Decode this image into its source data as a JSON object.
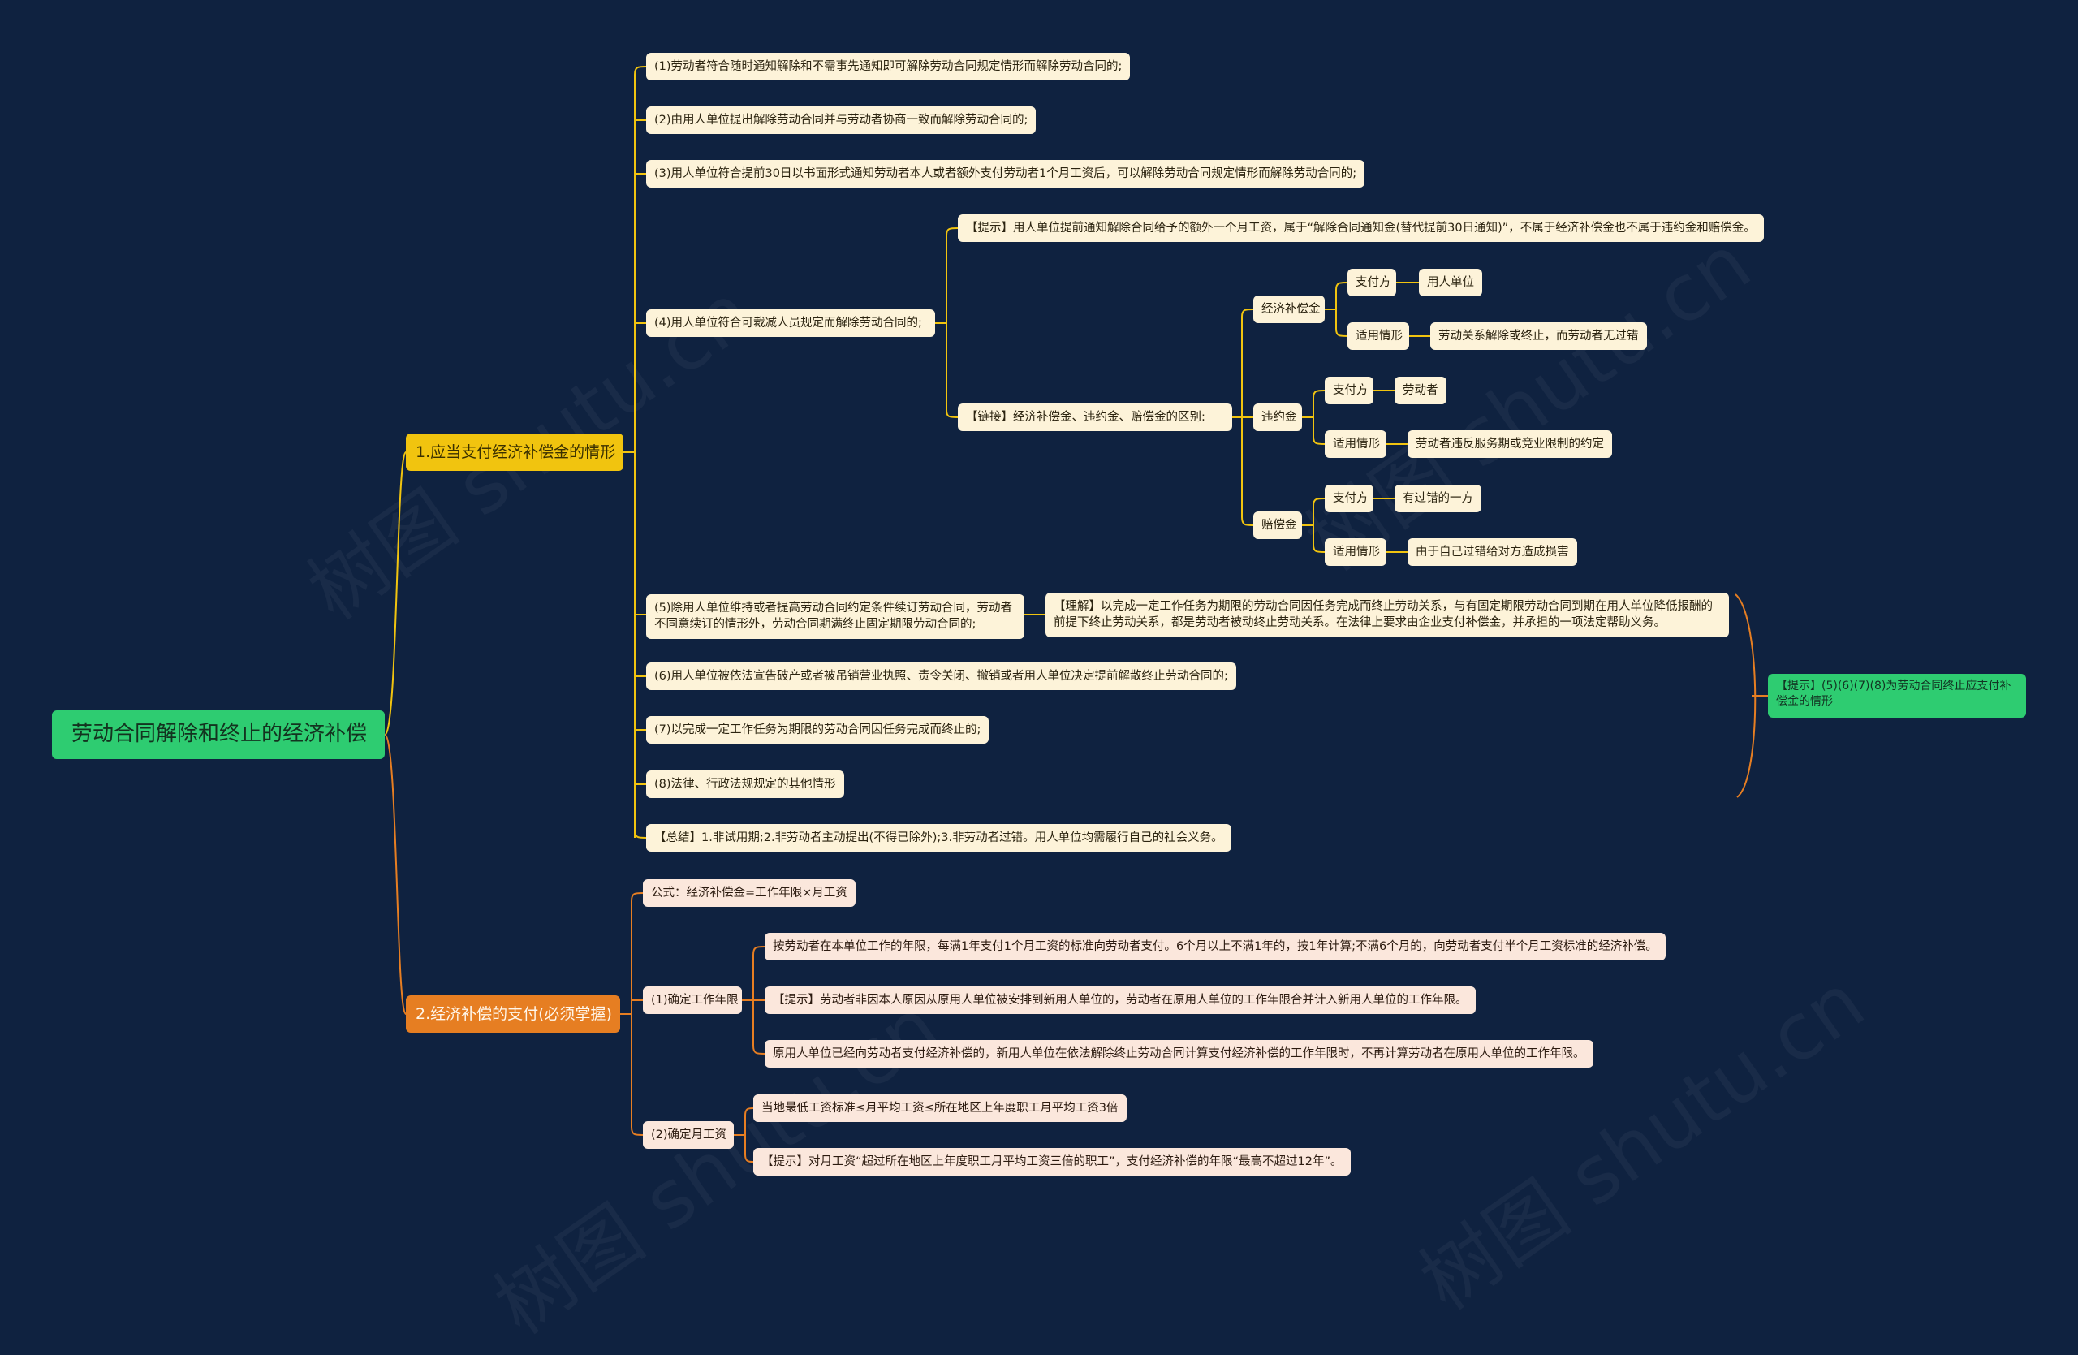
{
  "root": {
    "label": "劳动合同解除和终止的经济补偿"
  },
  "branch1": {
    "label": "1.应当支付经济补偿金的情形",
    "items": {
      "i1": "(1)劳动者符合随时通知解除和不需事先通知即可解除劳动合同规定情形而解除劳动合同的;",
      "i2": "(2)由用人单位提出解除劳动合同并与劳动者协商一致而解除劳动合同的;",
      "i3": "(3)用人单位符合提前30日以书面形式通知劳动者本人或者额外支付劳动者1个月工资后，可以解除劳动合同规定情形而解除劳动合同的;",
      "i4": "(4)用人单位符合可裁减人员规定而解除劳动合同的;",
      "i4_tip": "【提示】用人单位提前通知解除合同给予的额外一个月工资，属于“解除合同通知金(替代提前30日通知)”，不属于经济补偿金也不属于违约金和赔偿金。",
      "i4_link": "【链接】经济补偿金、违约金、赔偿金的区别:",
      "jjbc": "经济补偿金",
      "jjbc_payer_k": "支付方",
      "jjbc_payer_v": "用人单位",
      "jjbc_case_k": "适用情形",
      "jjbc_case_v": "劳动关系解除或终止，而劳动者无过错",
      "wyj": "违约金",
      "wyj_payer_k": "支付方",
      "wyj_payer_v": "劳动者",
      "wyj_case_k": "适用情形",
      "wyj_case_v": "劳动者违反服务期或竞业限制的约定",
      "pcj": "赔偿金",
      "pcj_payer_k": "支付方",
      "pcj_payer_v": "有过错的一方",
      "pcj_case_k": "适用情形",
      "pcj_case_v": "由于自己过错给对方造成损害",
      "i5": "(5)除用人单位维持或者提高劳动合同约定条件续订劳动合同，劳动者不同意续订的情形外，劳动合同期满终止固定期限劳动合同的;",
      "i5_note": "【理解】以完成一定工作任务为期限的劳动合同因任务完成而终止劳动关系，与有固定期限劳动合同到期在用人单位降低报酬的前提下终止劳动关系，都是劳动者被动终止劳动关系。在法律上要求由企业支付补偿金，并承担的一项法定帮助义务。",
      "i6": "(6)用人单位被依法宣告破产或者被吊销营业执照、责令关闭、撤销或者用人单位决定提前解散终止劳动合同的;",
      "i7": "(7)以完成一定工作任务为期限的劳动合同因任务完成而终止的;",
      "i8": "(8)法律、行政法规规定的其他情形",
      "summary": "【总结】1.非试用期;2.非劳动者主动提出(不得已除外);3.非劳动者过错。用人单位均需履行自己的社会义务。"
    },
    "side_note": "【提示】(5)(6)(7)(8)为劳动合同终止应支付补偿金的情形"
  },
  "branch2": {
    "label": "2.经济补偿的支付(必须掌握)",
    "formula": "公式：经济补偿金=工作年限×月工资",
    "years": "(1)确定工作年限",
    "years_a": "按劳动者在本单位工作的年限，每满1年支付1个月工资的标准向劳动者支付。6个月以上不满1年的，按1年计算;不满6个月的，向劳动者支付半个月工资标准的经济补偿。",
    "years_b": "【提示】劳动者非因本人原因从原用人单位被安排到新用人单位的，劳动者在原用人单位的工作年限合并计入新用人单位的工作年限。",
    "years_c": "原用人单位已经向劳动者支付经济补偿的，新用人单位在依法解除终止劳动合同计算支付经济补偿的工作年限时，不再计算劳动者在原用人单位的工作年限。",
    "wage": "(2)确定月工资",
    "wage_a": "当地最低工资标准≤月平均工资≤所在地区上年度职工月平均工资3倍",
    "wage_b": "【提示】对月工资“超过所在地区上年度职工月平均工资三倍的职工”，支付经济补偿的年限“最高不超过12年”。"
  },
  "colors": {
    "background": "#0f2240",
    "root": "#2ecc71",
    "branch1": "#f1c40f",
    "branch2": "#e67e22",
    "leaf": "#fdf3d9"
  }
}
